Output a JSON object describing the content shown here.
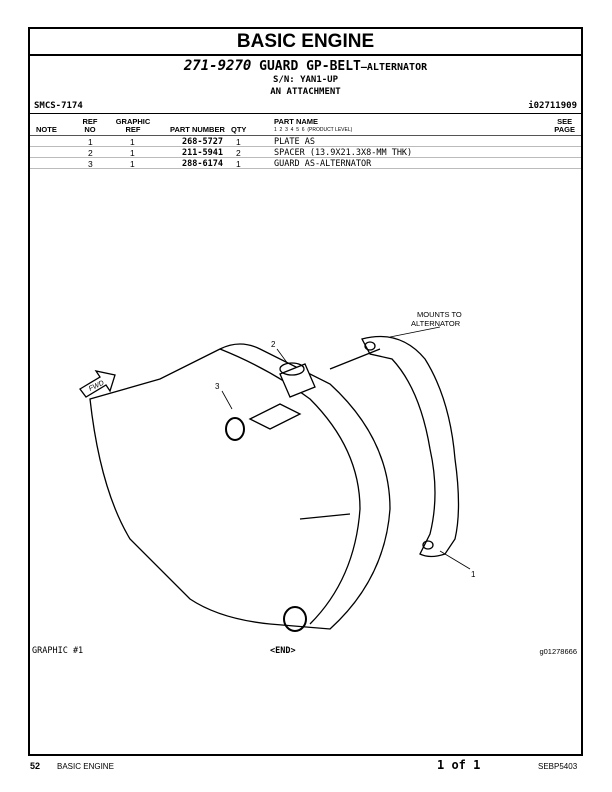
{
  "page_title": "BASIC ENGINE",
  "group": {
    "number": "271-9270",
    "name": "GUARD GP-BELT",
    "suffix": "—ALTERNATOR",
    "sn": "S/N: YAN1-UP",
    "attachment": "AN ATTACHMENT"
  },
  "smcs": "SMCS-7174",
  "doc_id": "i02711909",
  "table": {
    "headers": {
      "note": "NOTE",
      "ref_no": [
        "REF",
        "NO"
      ],
      "graphic_ref": [
        "GRAPHIC",
        "REF"
      ],
      "part_number": "PART NUMBER",
      "qty": "QTY",
      "part_name": "PART NAME",
      "product_level": "1  2  3  4  5  6  (PRODUCT LEVEL)",
      "see_page": [
        "SEE",
        "PAGE"
      ]
    },
    "rows": [
      {
        "ref_no": "1",
        "graphic_ref": "1",
        "part_number": "268-5727",
        "qty": "1",
        "part_name": "PLATE AS"
      },
      {
        "ref_no": "2",
        "graphic_ref": "1",
        "part_number": "211-5941",
        "qty": "2",
        "part_name": "SPACER (13.9X21.3X8-MM THK)"
      },
      {
        "ref_no": "3",
        "graphic_ref": "1",
        "part_number": "288-6174",
        "qty": "1",
        "part_name": "GUARD AS-ALTERNATOR"
      }
    ]
  },
  "illustration": {
    "callout_1": "1",
    "callout_2": "2",
    "callout_3": "3",
    "note_line1": "MOUNTS TO",
    "note_line2": "ALTERNATOR",
    "fwd": "FWD"
  },
  "graphic_label": "GRAPHIC #1",
  "end_marker": "<END>",
  "graphic_id": "g01278666",
  "footer": {
    "page_number": "52",
    "section": "BASIC ENGINE",
    "page_of": "1 of 1",
    "doc_number": "SEBP5403"
  }
}
